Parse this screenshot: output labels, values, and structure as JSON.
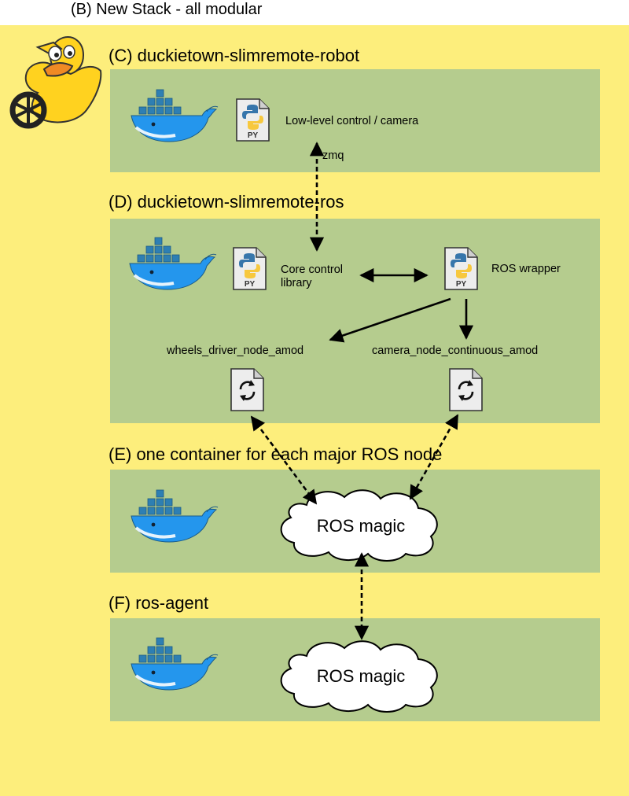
{
  "title": "(B) New Stack - all modular",
  "sections": [
    {
      "title": "(C) duckietown-slimremote-robot",
      "labels": [
        "Low-level control / camera"
      ]
    },
    {
      "title": "(D) duckietown-slimremote-ros",
      "labels": [
        "Core control library",
        "ROS wrapper",
        "wheels_driver_node_amod",
        "camera_node_continuous_amod"
      ]
    },
    {
      "title": "(E) one container for each major ROS node",
      "cloud": "ROS magic"
    },
    {
      "title": "(F) ros-agent",
      "cloud": "ROS magic"
    }
  ],
  "edges": {
    "zmq": "zmq"
  },
  "icons": {
    "docker": "docker-whale-icon",
    "python": "python-file-icon",
    "ros_node": "ros-node-file-icon",
    "duck": "duckietown-duck-logo"
  },
  "python_file_tag": "PY",
  "colors": {
    "background": "#fdee7c",
    "panel": "#b5cc8e",
    "docker_blue": "#2496ed",
    "arrow": "#000000"
  }
}
